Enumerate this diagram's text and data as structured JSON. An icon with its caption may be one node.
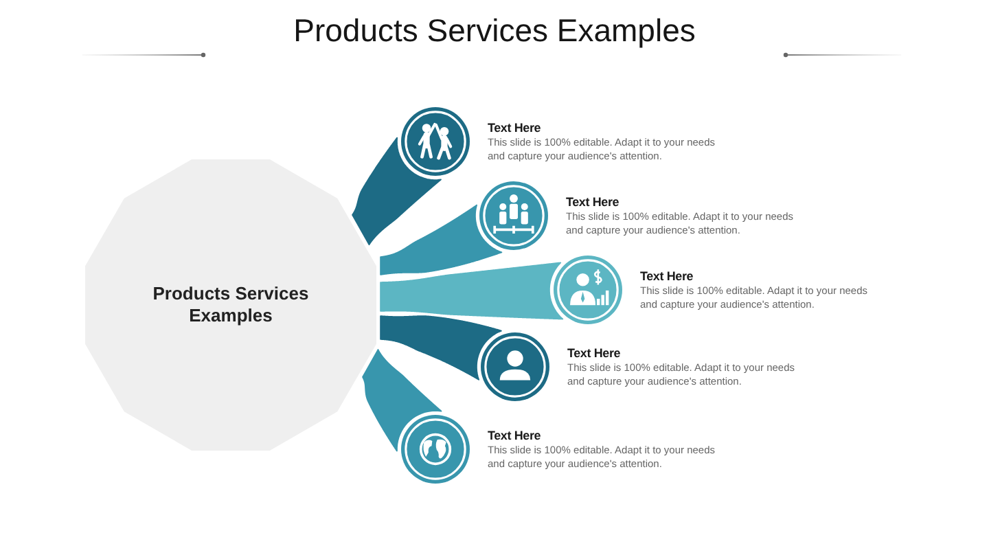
{
  "diagram": {
    "title": "Products Services Examples",
    "nodes": [
      {
        "text": [
          "Products Services Examples"
        ]
      },
      {
        "text": [
          "Text Here",
          "This slide is 100% editable. Adapt it to your needs and capture your audience's attention."
        ]
      },
      {
        "text": [
          "Text Here",
          "This slide is 100% editable. Adapt it to your needs and capture your audience's attention."
        ]
      },
      {
        "text": [
          "Text Here",
          "This slide is 100% editable. Adapt it to your needs and capture your audience's attention."
        ]
      },
      {
        "text": [
          "Text Here",
          "This slide is 100% editable. Adapt it to your needs and capture your audience's attention."
        ]
      },
      {
        "text": [
          "Text Here",
          "This slide is 100% editable. Adapt it to your needs and capture your audience's attention."
        ]
      }
    ],
    "edges": [
      {
        "from": 0,
        "to": 1,
        "arrow": "none",
        "color": "#1d6b85"
      },
      {
        "from": 0,
        "to": 2,
        "arrow": "none",
        "color": "#3896ad"
      },
      {
        "from": 0,
        "to": 3,
        "arrow": "none",
        "color": "#5cb6c3"
      },
      {
        "from": 0,
        "to": 4,
        "arrow": "none",
        "color": "#1d6b85"
      },
      {
        "from": 0,
        "to": 5,
        "arrow": "none",
        "color": "#3896ad"
      }
    ]
  }
}
